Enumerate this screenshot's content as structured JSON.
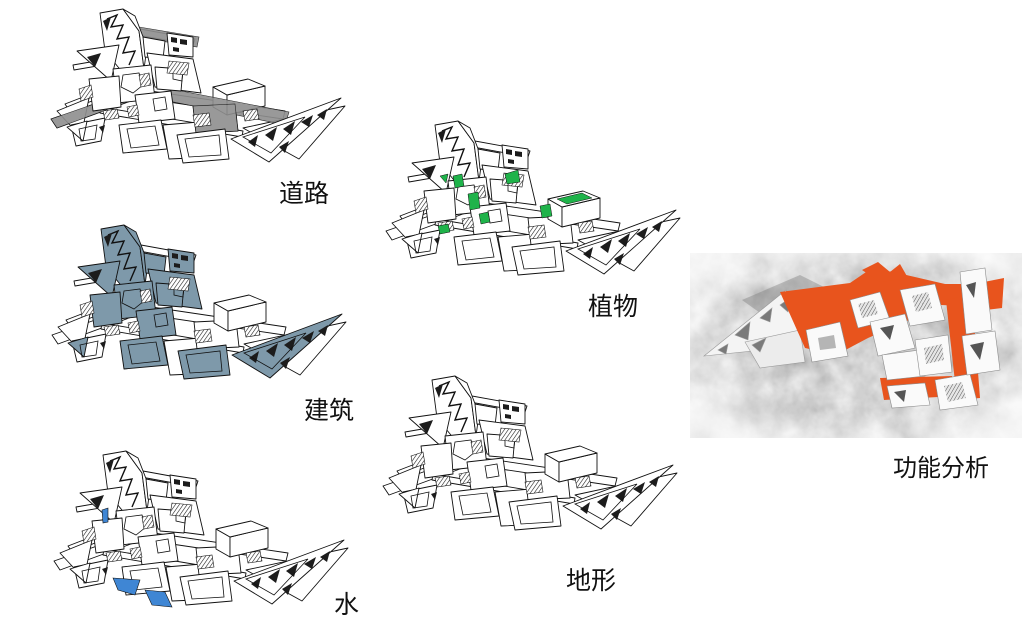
{
  "panels": {
    "roads": {
      "label": "道路",
      "highlight_color": "#8f8f8f"
    },
    "buildings": {
      "label": "建筑",
      "highlight_color": "#7e99aa"
    },
    "water": {
      "label": "水",
      "highlight_color": "#3f86d4"
    },
    "plants": {
      "label": "植物",
      "highlight_color": "#1fb34a"
    },
    "terrain": {
      "label": "地形"
    },
    "function": {
      "label": "功能分析",
      "highlight_color": "#e8541d"
    }
  }
}
